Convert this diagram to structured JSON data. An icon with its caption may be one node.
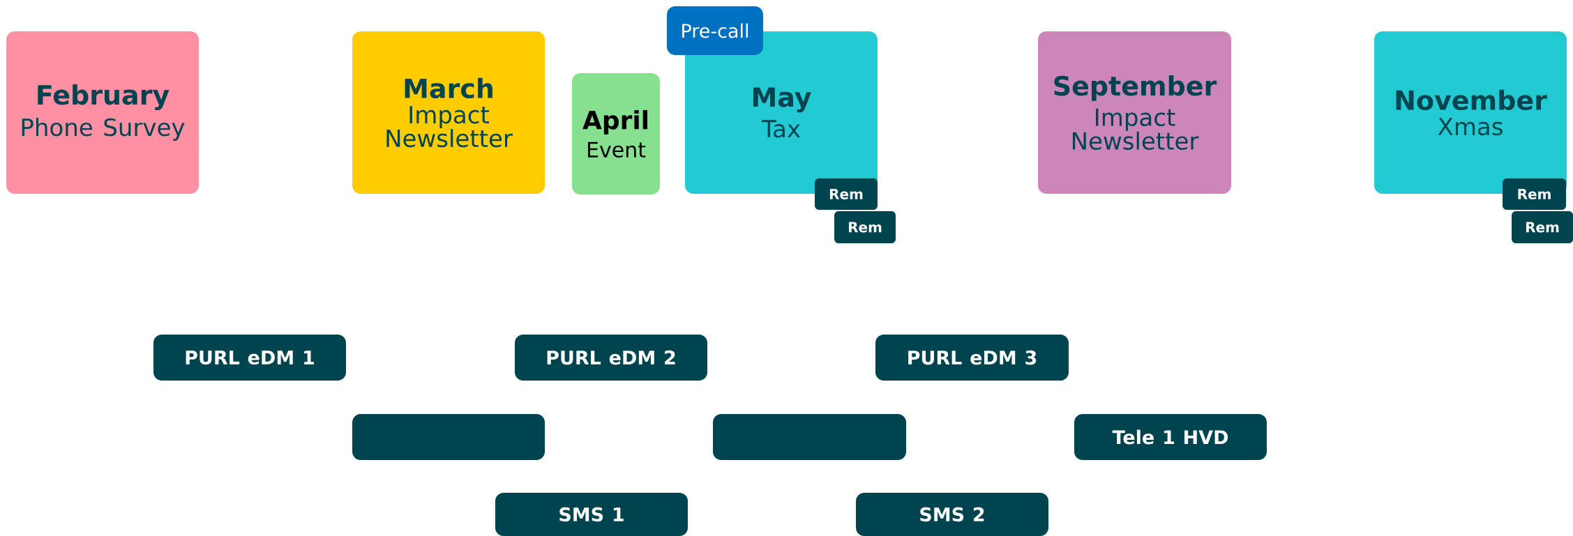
{
  "diagram": {
    "nodes": [
      {
        "text": [
          "February",
          "Phone Survey"
        ]
      },
      {
        "text": [
          "March",
          "Impact Newsletter"
        ]
      },
      {
        "text": [
          "April",
          "Event"
        ]
      },
      {
        "text": [
          "May",
          "Tax"
        ]
      },
      {
        "text": [
          "Pre-call"
        ]
      },
      {
        "text": [
          "Rem"
        ]
      },
      {
        "text": [
          "Rem"
        ]
      },
      {
        "text": [
          "September",
          "Impact Newsletter"
        ]
      },
      {
        "text": [
          "November",
          "Xmas"
        ]
      },
      {
        "text": [
          "Rem"
        ]
      },
      {
        "text": [
          "Rem"
        ]
      },
      {
        "text": [
          "PURL eDM 1"
        ]
      },
      {
        "text": [
          "PURL eDM 2"
        ]
      },
      {
        "text": [
          "PURL eDM 3"
        ]
      },
      {
        "text": [],
        "shape": "box"
      },
      {
        "text": [],
        "shape": "box"
      },
      {
        "text": [
          "Tele 1 HVD"
        ]
      },
      {
        "text": [
          "SMS 1"
        ]
      },
      {
        "text": [
          "SMS 2"
        ]
      }
    ]
  }
}
